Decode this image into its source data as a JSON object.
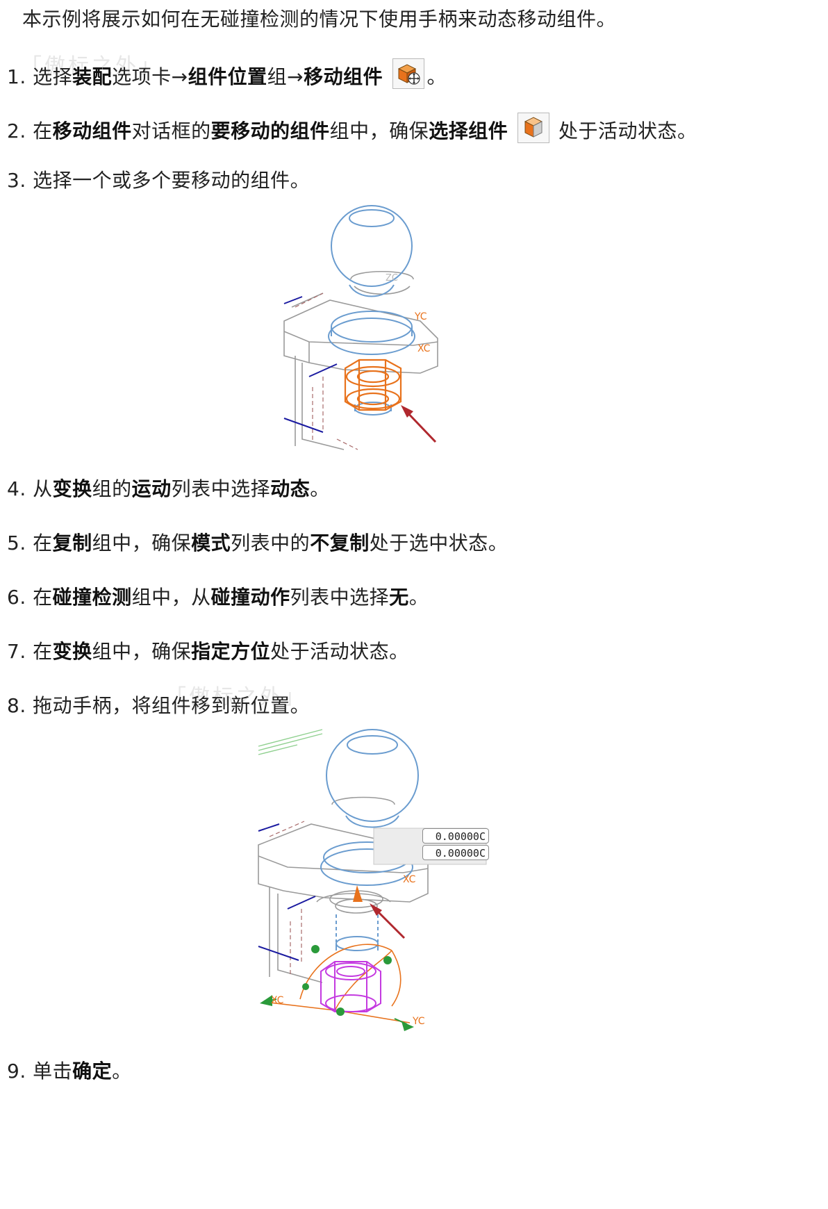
{
  "intro": "本示例将展示如何在无碰撞检测的情况下使用手柄来动态移动组件。",
  "watermark": "「傲标之外」",
  "steps": {
    "s1": {
      "num": "1.",
      "t1": " 选择",
      "b1": "装配",
      "t2": "选项卡→",
      "b2": "组件位置",
      "t3": "组→",
      "b3": "移动组件",
      "t4": "。"
    },
    "s2": {
      "num": "2.",
      "t1": " 在",
      "b1": "移动组件",
      "t2": "对话框的",
      "b2": "要移动的组件",
      "t3": "组中，确保",
      "b3": "选择组件",
      "t4": " 处于活动状态。"
    },
    "s3": {
      "num": "3.",
      "t1": " 选择一个或多个要移动的组件。"
    },
    "s4": {
      "num": "4.",
      "t1": " 从",
      "b1": "变换",
      "t2": "组的",
      "b2": "运动",
      "t3": "列表中选择",
      "b3": "动态",
      "t4": "。"
    },
    "s5": {
      "num": "5.",
      "t1": " 在",
      "b1": "复制",
      "t2": "组中，确保",
      "b2": "模式",
      "t3": "列表中的",
      "b3": "不复制",
      "t4": "处于选中状态。"
    },
    "s6": {
      "num": "6.",
      "t1": " 在",
      "b1": "碰撞检测",
      "t2": "组中，从",
      "b2": "碰撞动作",
      "t3": "列表中选择",
      "b3": "无",
      "t4": "。"
    },
    "s7": {
      "num": "7.",
      "t1": " 在",
      "b1": "变换",
      "t2": "组中，确保",
      "b2": "指定方位",
      "t3": "处于活动状态。"
    },
    "s8": {
      "num": "8.",
      "t1": " 拖动手柄，将组件移到新位置。"
    },
    "s9": {
      "num": "9.",
      "t1": " 单击",
      "b1": "确定",
      "t2": "。"
    }
  },
  "icons": {
    "move_component": "move-component-icon",
    "select_component": "select-component-icon"
  },
  "figure1": {
    "labels": {
      "zc": "ZC",
      "yc": "YC",
      "xc": "XC"
    }
  },
  "figure2": {
    "labels": {
      "xc_top": "XC",
      "xc_bottom": "XC",
      "yc_bottom": "YC"
    },
    "fields": [
      "0.00000C",
      "0.00000C"
    ]
  },
  "colors": {
    "text": "#222222",
    "ball_blue": "#6a9ccf",
    "selected_orange": "#e8721c",
    "handle_magenta": "#c43ae0",
    "arrow_red": "#b0282e",
    "axis_green": "#2a9a3a",
    "wire_gray": "#9a9a9a",
    "axis_navy": "#1a1aa0"
  }
}
